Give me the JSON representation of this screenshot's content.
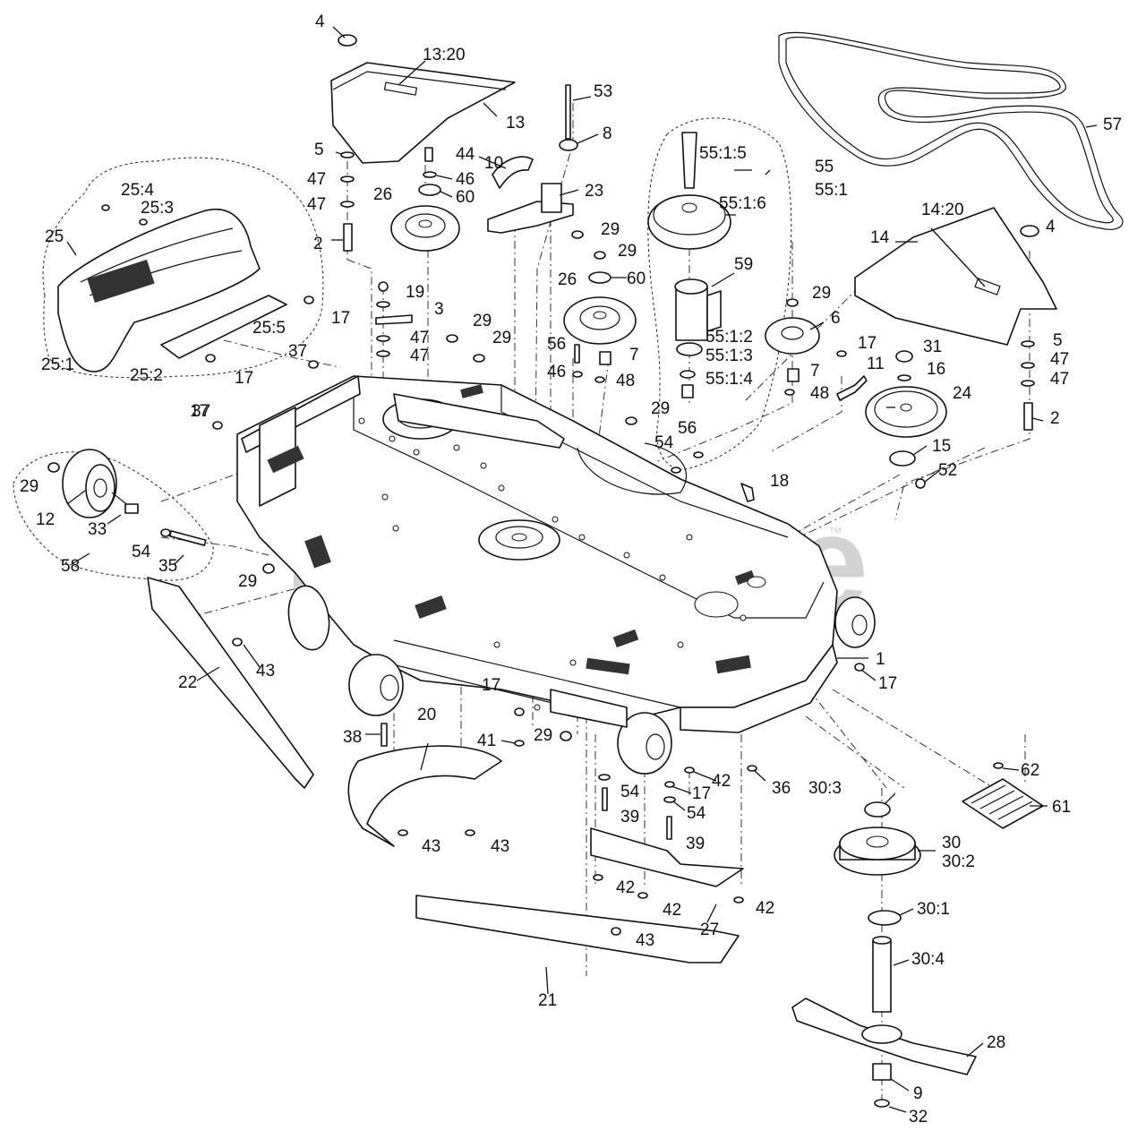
{
  "watermark": {
    "text": "PartsTree",
    "trademark": "™"
  },
  "callouts": [
    "4",
    "13:20",
    "13",
    "53",
    "8",
    "5",
    "44",
    "10",
    "46",
    "23",
    "47",
    "47",
    "60",
    "26",
    "2",
    "29",
    "29",
    "25:4",
    "25:3",
    "25",
    "17",
    "19",
    "3",
    "29",
    "29",
    "47",
    "47",
    "25:5",
    "17",
    "37",
    "25:1",
    "25:2",
    "17",
    "55:1:5",
    "55",
    "55:1",
    "55:1:6",
    "59",
    "26",
    "60",
    "29",
    "6",
    "56",
    "7",
    "46",
    "48",
    "55:1:2",
    "55:1:3",
    "55:1:4",
    "17",
    "7",
    "11",
    "48",
    "31",
    "16",
    "24",
    "29",
    "37",
    "56",
    "54",
    "15",
    "52",
    "14:20",
    "14",
    "4",
    "57",
    "5",
    "47",
    "47",
    "2",
    "29",
    "12",
    "33",
    "54",
    "35",
    "58",
    "29",
    "18",
    "43",
    "22",
    "1",
    "17",
    "17",
    "20",
    "41",
    "29",
    "38",
    "42",
    "54",
    "17",
    "36",
    "54",
    "39",
    "39",
    "43",
    "43",
    "30:3",
    "30",
    "30:2",
    "62",
    "61",
    "42",
    "42",
    "42",
    "27",
    "43",
    "30:1",
    "30:4",
    "21",
    "28",
    "9",
    "32"
  ]
}
